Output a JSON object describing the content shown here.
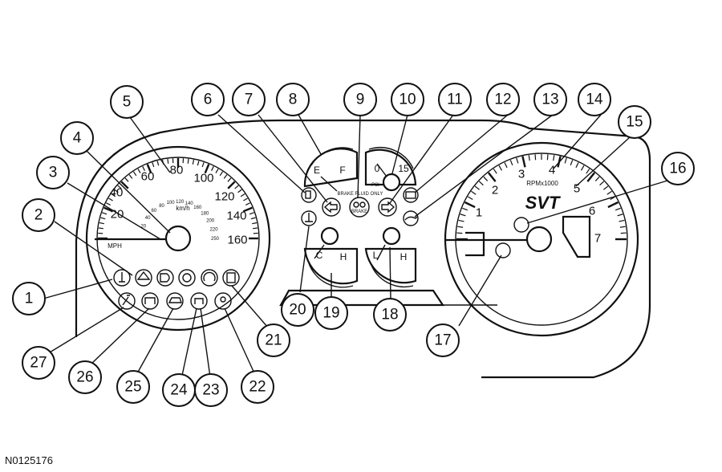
{
  "figure_id": "N0125176",
  "speedometer": {
    "mph_labels": [
      "20",
      "40",
      "60",
      "80",
      "100",
      "120",
      "140",
      "160"
    ],
    "kmh_labels": [
      "20",
      "40",
      "60",
      "80",
      "100",
      "120",
      "140",
      "160",
      "180",
      "200",
      "220",
      "250"
    ],
    "kmh_unit": "km/h",
    "mph_unit": "MPH"
  },
  "fuel_gauge": {
    "empty": "E",
    "full": "F"
  },
  "oil_pressure_gauge": {
    "low": "0",
    "high": "15",
    "unit": "PSI"
  },
  "temp_gauge": {
    "cold": "C",
    "hot": "H"
  },
  "boost_gauge": {
    "low": "L",
    "high": "H"
  },
  "center_text": {
    "brake_label": "BRAKE",
    "fluid_text": "BRAKE FLUID ONLY"
  },
  "tachometer": {
    "labels": [
      "1",
      "2",
      "3",
      "4",
      "5",
      "6",
      "7"
    ],
    "unit": "RPMx1000",
    "logo": "SVT"
  },
  "callouts": [
    "1",
    "2",
    "3",
    "4",
    "5",
    "6",
    "7",
    "8",
    "9",
    "10",
    "11",
    "12",
    "13",
    "14",
    "15",
    "16",
    "17",
    "18",
    "19",
    "20",
    "21",
    "22",
    "23",
    "24",
    "25",
    "26",
    "27"
  ],
  "icons": [
    "coolant-temp-icon",
    "overdrive-arrow-icon",
    "headlamp-icon",
    "abs-icon",
    "speed-control-icon",
    "door-ajar-icon",
    "low-fuel-icon",
    "left-turn-icon",
    "brake-icon",
    "right-turn-icon",
    "charging-system-icon",
    "oil-pressure-icon",
    "airbag-icon",
    "wrench-icon",
    "seatbelt-icon",
    "trunk-ajar-icon",
    "check-engine-icon",
    "traction-control-icon",
    "anti-theft-icon",
    "key-icon",
    "gauge-icon"
  ]
}
